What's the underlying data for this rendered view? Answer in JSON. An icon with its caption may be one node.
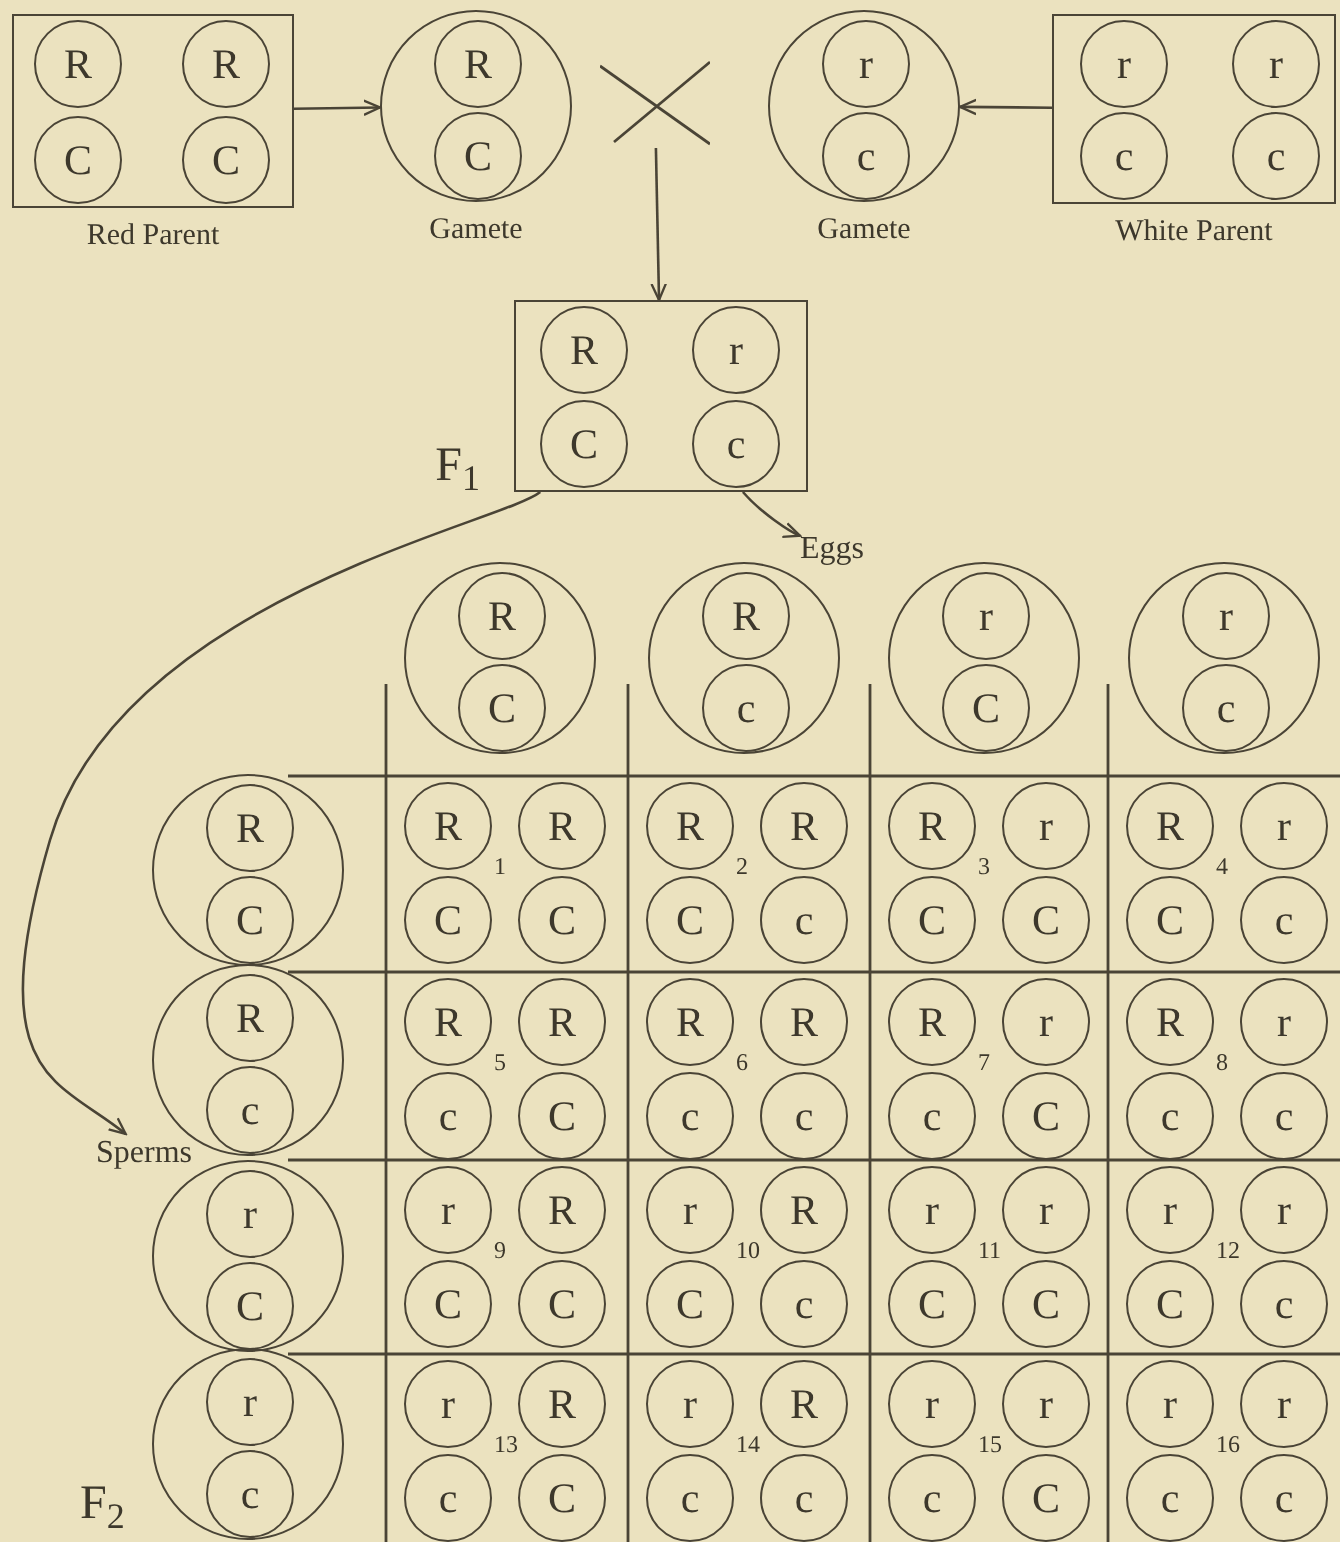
{
  "diagram": {
    "nodes": [
      {
        "text": [
          "Red Parent"
        ]
      },
      {
        "text": [
          "R"
        ],
        "in": 0
      },
      {
        "text": [
          "R"
        ],
        "in": 0
      },
      {
        "text": [
          "C"
        ],
        "in": 0
      },
      {
        "text": [
          "C"
        ],
        "in": 0
      },
      {
        "text": [
          "Gamete"
        ]
      },
      {
        "text": [
          "R"
        ],
        "in": 5
      },
      {
        "text": [
          "C"
        ],
        "in": 5
      },
      {
        "text": [],
        "shape": "cross"
      },
      {
        "text": [
          "Gamete"
        ]
      },
      {
        "text": [
          "r"
        ],
        "in": 9
      },
      {
        "text": [
          "c"
        ],
        "in": 9
      },
      {
        "text": [
          "White Parent"
        ]
      },
      {
        "text": [
          "r"
        ],
        "in": 12
      },
      {
        "text": [
          "r"
        ],
        "in": 12
      },
      {
        "text": [
          "c"
        ],
        "in": 12
      },
      {
        "text": [
          "c"
        ],
        "in": 12
      },
      {
        "text": [],
        "shape": "box",
        "beside": [
          "F$_{1}$"
        ]
      },
      {
        "text": [
          "R"
        ],
        "in": 17
      },
      {
        "text": [
          "r"
        ],
        "in": 17
      },
      {
        "text": [
          "C"
        ],
        "in": 17
      },
      {
        "text": [
          "c"
        ],
        "in": 17
      },
      {
        "text": [
          "Eggs"
        ]
      },
      {
        "text": [
          "Sperms"
        ]
      },
      {
        "text": [],
        "shape": "circle"
      },
      {
        "text": [
          "R"
        ],
        "in": 24
      },
      {
        "text": [
          "C"
        ],
        "in": 24
      },
      {
        "text": [],
        "shape": "circle"
      },
      {
        "text": [
          "R"
        ],
        "in": 27
      },
      {
        "text": [
          "c"
        ],
        "in": 27
      },
      {
        "text": [],
        "shape": "circle"
      },
      {
        "text": [
          "r"
        ],
        "in": 30
      },
      {
        "text": [
          "C"
        ],
        "in": 30
      },
      {
        "text": [],
        "shape": "circle"
      },
      {
        "text": [
          "r"
        ],
        "in": 33
      },
      {
        "text": [
          "c"
        ],
        "in": 33
      },
      {
        "text": [],
        "shape": "circle"
      },
      {
        "text": [
          "R"
        ],
        "in": 36
      },
      {
        "text": [
          "C"
        ],
        "in": 36
      },
      {
        "text": [
          "1"
        ]
      },
      {
        "text": [
          "R"
        ],
        "in": 39
      },
      {
        "text": [
          "R"
        ],
        "in": 39
      },
      {
        "text": [
          "C"
        ],
        "in": 39
      },
      {
        "text": [
          "C"
        ],
        "in": 39
      },
      {
        "text": [
          "2"
        ]
      },
      {
        "text": [
          "R"
        ],
        "in": 44
      },
      {
        "text": [
          "R"
        ],
        "in": 44
      },
      {
        "text": [
          "C"
        ],
        "in": 44
      },
      {
        "text": [
          "c"
        ],
        "in": 44
      },
      {
        "text": [
          "3"
        ]
      },
      {
        "text": [
          "R"
        ],
        "in": 49
      },
      {
        "text": [
          "r"
        ],
        "in": 49
      },
      {
        "text": [
          "C"
        ],
        "in": 49
      },
      {
        "text": [
          "C"
        ],
        "in": 49
      },
      {
        "text": [
          "4"
        ]
      },
      {
        "text": [
          "R"
        ],
        "in": 54
      },
      {
        "text": [
          "r"
        ],
        "in": 54
      },
      {
        "text": [
          "C"
        ],
        "in": 54
      },
      {
        "text": [
          "c"
        ],
        "in": 54
      },
      {
        "text": [],
        "shape": "circle"
      },
      {
        "text": [
          "R"
        ],
        "in": 59
      },
      {
        "text": [
          "c"
        ],
        "in": 59
      },
      {
        "text": [
          "5"
        ]
      },
      {
        "text": [
          "R"
        ],
        "in": 62
      },
      {
        "text": [
          "R"
        ],
        "in": 62
      },
      {
        "text": [
          "c"
        ],
        "in": 62
      },
      {
        "text": [
          "C"
        ],
        "in": 62
      },
      {
        "text": [
          "6"
        ]
      },
      {
        "text": [
          "R"
        ],
        "in": 67
      },
      {
        "text": [
          "R"
        ],
        "in": 67
      },
      {
        "text": [
          "c"
        ],
        "in": 67
      },
      {
        "text": [
          "c"
        ],
        "in": 67
      },
      {
        "text": [
          "7"
        ]
      },
      {
        "text": [
          "R"
        ],
        "in": 72
      },
      {
        "text": [
          "r"
        ],
        "in": 72
      },
      {
        "text": [
          "c"
        ],
        "in": 72
      },
      {
        "text": [
          "C"
        ],
        "in": 72
      },
      {
        "text": [
          "8"
        ]
      },
      {
        "text": [
          "R"
        ],
        "in": 77
      },
      {
        "text": [
          "r"
        ],
        "in": 77
      },
      {
        "text": [
          "c"
        ],
        "in": 77
      },
      {
        "text": [
          "c"
        ],
        "in": 77
      },
      {
        "text": [],
        "shape": "circle"
      },
      {
        "text": [
          "r"
        ],
        "in": 82
      },
      {
        "text": [
          "C"
        ],
        "in": 82
      },
      {
        "text": [
          "9"
        ]
      },
      {
        "text": [
          "r"
        ],
        "in": 85
      },
      {
        "text": [
          "R"
        ],
        "in": 85
      },
      {
        "text": [
          "C"
        ],
        "in": 85
      },
      {
        "text": [
          "C"
        ],
        "in": 85
      },
      {
        "text": [
          "10"
        ]
      },
      {
        "text": [
          "r"
        ],
        "in": 90
      },
      {
        "text": [
          "R"
        ],
        "in": 90
      },
      {
        "text": [
          "C"
        ],
        "in": 90
      },
      {
        "text": [
          "c"
        ],
        "in": 90
      },
      {
        "text": [
          "11"
        ]
      },
      {
        "text": [
          "r"
        ],
        "in": 95
      },
      {
        "text": [
          "r"
        ],
        "in": 95
      },
      {
        "text": [
          "C"
        ],
        "in": 95
      },
      {
        "text": [
          "C"
        ],
        "in": 95
      },
      {
        "text": [
          "12"
        ]
      },
      {
        "text": [
          "r"
        ],
        "in": 100
      },
      {
        "text": [
          "r"
        ],
        "in": 100
      },
      {
        "text": [
          "C"
        ],
        "in": 100
      },
      {
        "text": [
          "c"
        ],
        "in": 100
      },
      {
        "text": [],
        "shape": "circle"
      },
      {
        "text": [
          "r"
        ],
        "in": 105
      },
      {
        "text": [
          "c"
        ],
        "in": 105
      },
      {
        "text": [
          "13"
        ]
      },
      {
        "text": [
          "r"
        ],
        "in": 108
      },
      {
        "text": [
          "R"
        ],
        "in": 108
      },
      {
        "text": [
          "c"
        ],
        "in": 108
      },
      {
        "text": [
          "C"
        ],
        "in": 108
      },
      {
        "text": [
          "14"
        ]
      },
      {
        "text": [
          "r"
        ],
        "in": 113
      },
      {
        "text": [
          "R"
        ],
        "in": 113
      },
      {
        "text": [
          "c"
        ],
        "in": 113
      },
      {
        "text": [
          "c"
        ],
        "in": 113
      },
      {
        "text": [
          "15"
        ]
      },
      {
        "text": [
          "r"
        ],
        "in": 118
      },
      {
        "text": [
          "r"
        ],
        "in": 118
      },
      {
        "text": [
          "c"
        ],
        "in": 118
      },
      {
        "text": [
          "C"
        ],
        "in": 118
      },
      {
        "text": [
          "16"
        ]
      },
      {
        "text": [
          "r"
        ],
        "in": 123
      },
      {
        "text": [
          "r"
        ],
        "in": 123
      },
      {
        "text": [
          "c"
        ],
        "in": 123
      },
      {
        "text": [
          "c"
        ],
        "in": 123
      }
    ],
    "edges": [
      {
        "from": 0,
        "to": 5,
        "arrow": "to"
      },
      {
        "from": 12,
        "to": 9,
        "arrow": "to"
      },
      {
        "from": 8,
        "to": 17,
        "arrow": "to"
      },
      {
        "from": 17,
        "to": 22,
        "arrow": "to"
      },
      {
        "from": 17,
        "to": 23,
        "arrow": "to"
      }
    ],
    "labels": [
      "F$_{2}$"
    ]
  }
}
